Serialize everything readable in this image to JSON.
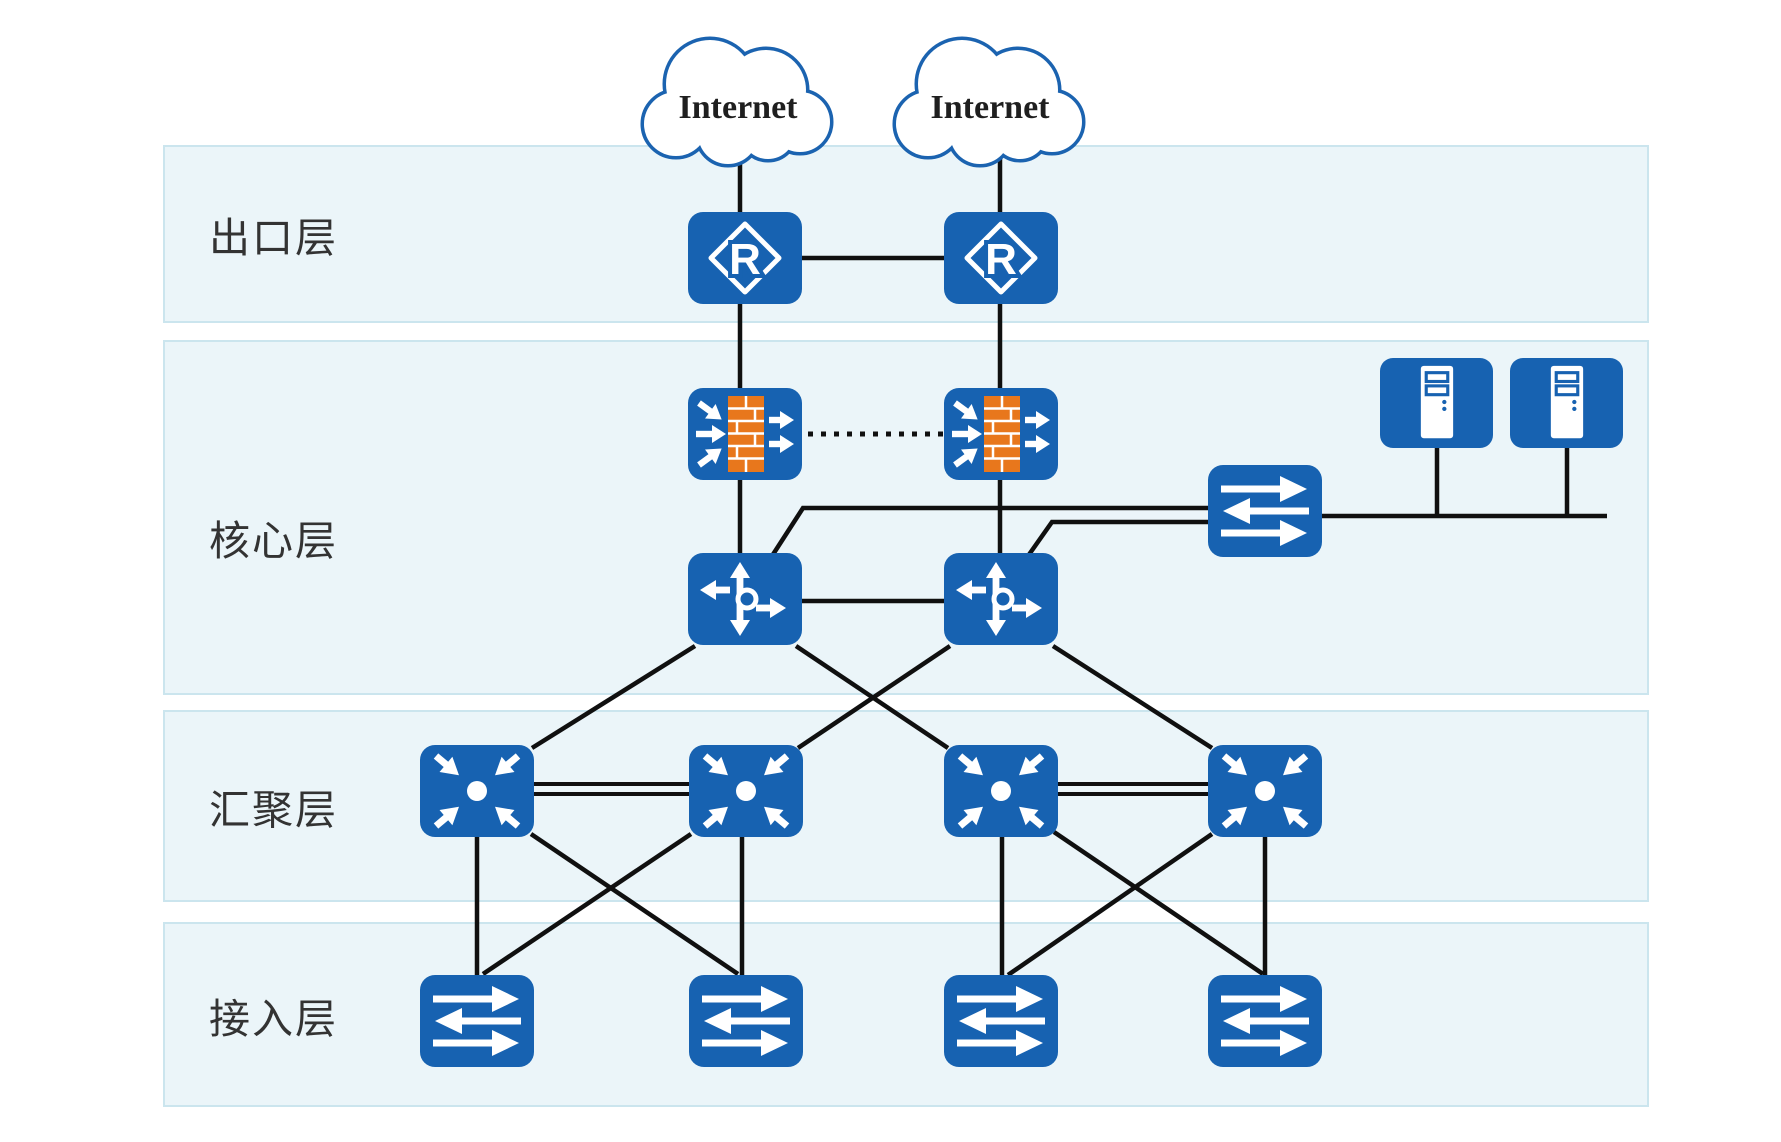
{
  "layers": [
    {
      "id": "egress",
      "label": "出口层"
    },
    {
      "id": "core",
      "label": "核心层"
    },
    {
      "id": "aggregation",
      "label": "汇聚层"
    },
    {
      "id": "access",
      "label": "接入层"
    }
  ],
  "clouds": [
    {
      "label": "Internet"
    },
    {
      "label": "Internet"
    }
  ],
  "router_label": "R",
  "nodes": {
    "routers": [
      "router-1",
      "router-2"
    ],
    "firewalls": [
      "firewall-1",
      "firewall-2"
    ],
    "core_switches": [
      "core-switch-1",
      "core-switch-2"
    ],
    "server_farm_switch": "server-farm-switch",
    "servers": [
      "server-1",
      "server-2"
    ],
    "aggregation_switches": [
      "aggregation-switch-1",
      "aggregation-switch-2",
      "aggregation-switch-3",
      "aggregation-switch-4"
    ],
    "access_switches": [
      "access-switch-1",
      "access-switch-2",
      "access-switch-3",
      "access-switch-4"
    ]
  },
  "links": [
    {
      "from": "internet-cloud-1",
      "to": "router-1",
      "style": "solid"
    },
    {
      "from": "internet-cloud-2",
      "to": "router-2",
      "style": "solid"
    },
    {
      "from": "router-1",
      "to": "router-2",
      "style": "solid"
    },
    {
      "from": "router-1",
      "to": "firewall-1",
      "style": "solid"
    },
    {
      "from": "router-2",
      "to": "firewall-2",
      "style": "solid"
    },
    {
      "from": "firewall-1",
      "to": "firewall-2",
      "style": "dotted"
    },
    {
      "from": "firewall-1",
      "to": "core-switch-1",
      "style": "solid"
    },
    {
      "from": "firewall-2",
      "to": "core-switch-2",
      "style": "solid"
    },
    {
      "from": "core-switch-1",
      "to": "core-switch-2",
      "style": "solid"
    },
    {
      "from": "core-switch-1",
      "to": "server-farm-switch",
      "style": "solid"
    },
    {
      "from": "core-switch-2",
      "to": "server-farm-switch",
      "style": "solid"
    },
    {
      "from": "server-farm-switch",
      "to": "server-1",
      "style": "solid"
    },
    {
      "from": "server-farm-switch",
      "to": "server-2",
      "style": "solid"
    },
    {
      "from": "core-switch-1",
      "to": "aggregation-switch-1",
      "style": "solid"
    },
    {
      "from": "core-switch-1",
      "to": "aggregation-switch-3",
      "style": "solid"
    },
    {
      "from": "core-switch-2",
      "to": "aggregation-switch-2",
      "style": "solid"
    },
    {
      "from": "core-switch-2",
      "to": "aggregation-switch-4",
      "style": "solid"
    },
    {
      "from": "aggregation-switch-1",
      "to": "aggregation-switch-2",
      "style": "double"
    },
    {
      "from": "aggregation-switch-3",
      "to": "aggregation-switch-4",
      "style": "double"
    },
    {
      "from": "aggregation-switch-1",
      "to": "access-switch-1",
      "style": "solid"
    },
    {
      "from": "aggregation-switch-1",
      "to": "access-switch-2",
      "style": "solid"
    },
    {
      "from": "aggregation-switch-2",
      "to": "access-switch-1",
      "style": "solid"
    },
    {
      "from": "aggregation-switch-2",
      "to": "access-switch-2",
      "style": "solid"
    },
    {
      "from": "aggregation-switch-3",
      "to": "access-switch-3",
      "style": "solid"
    },
    {
      "from": "aggregation-switch-3",
      "to": "access-switch-4",
      "style": "solid"
    },
    {
      "from": "aggregation-switch-4",
      "to": "access-switch-3",
      "style": "solid"
    },
    {
      "from": "aggregation-switch-4",
      "to": "access-switch-4",
      "style": "solid"
    }
  ],
  "colors": {
    "device_blue": "#1762b1",
    "firewall_brick_orange": "#e8771c",
    "cloud_outline_blue": "#1b63b0",
    "band_background": "#ebf5f9",
    "band_border": "#cbe5ee",
    "link_line": "#101010",
    "label_text": "#333333"
  }
}
